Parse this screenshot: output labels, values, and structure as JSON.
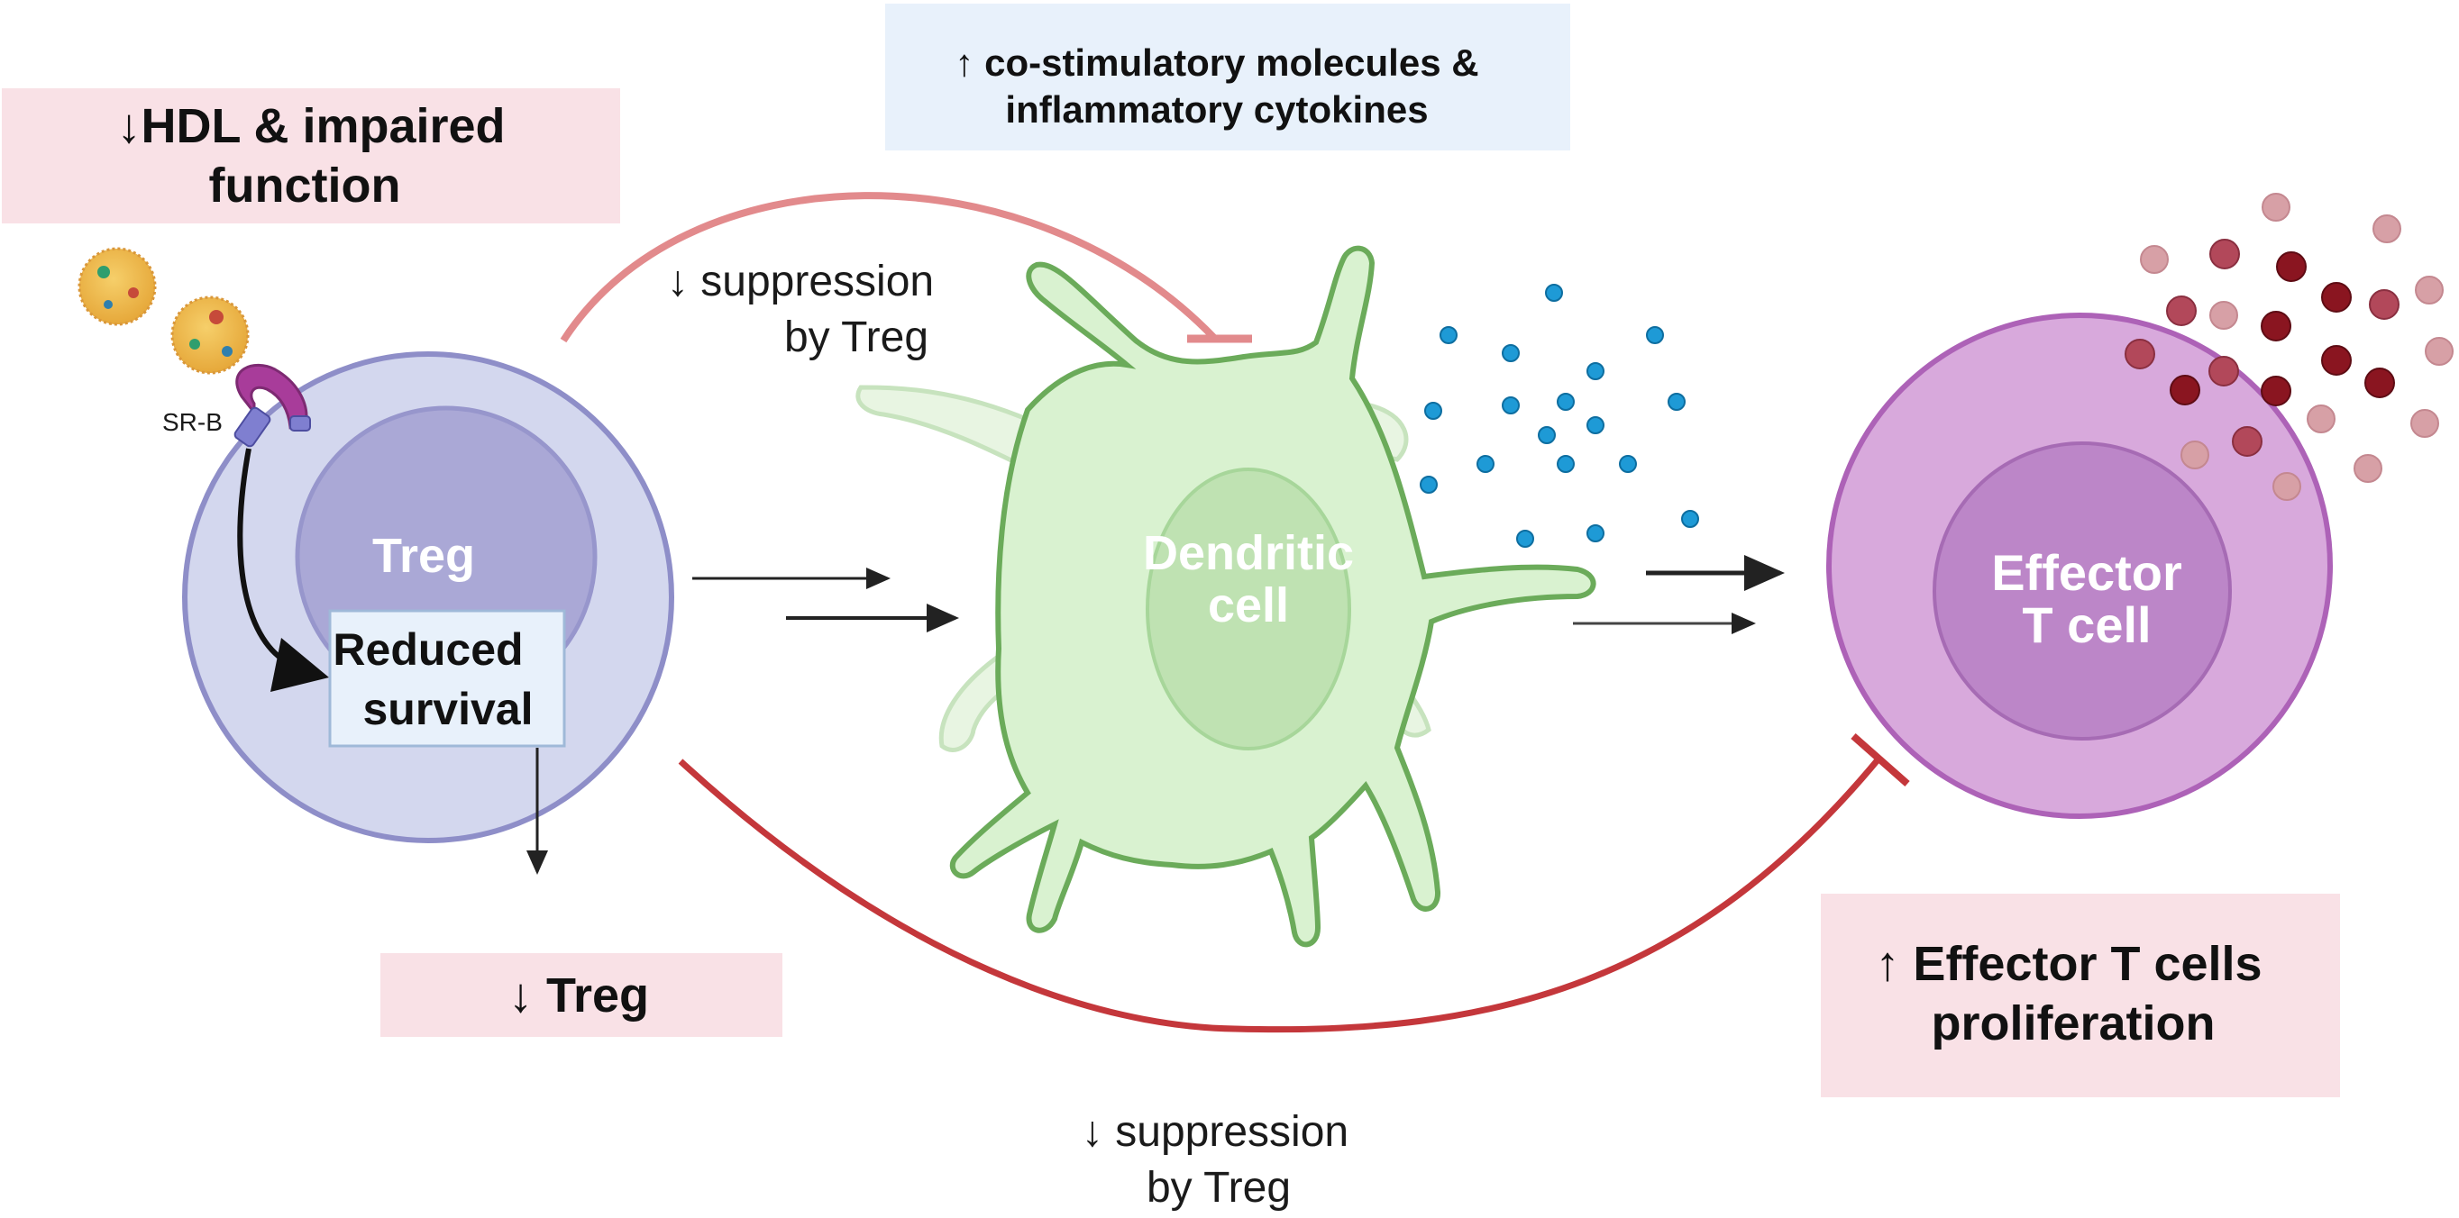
{
  "labels": {
    "hdl_line1": "↓HDL & impaired",
    "hdl_line2": "function",
    "costim_line1": "↑ co-stimulatory molecules &",
    "costim_line2": "inflammatory cytokines",
    "suppression_top_line1": "↓ suppression",
    "suppression_top_line2": "by Treg",
    "srb": "SR-B",
    "treg_cell": "Treg",
    "reduced_line1": "Reduced",
    "reduced_line2": "survival",
    "dc_line1": "Dendritic",
    "dc_line2": "cell",
    "effector_line1": "Effector",
    "effector_line2": "T cell",
    "treg_down": "↓ Treg",
    "effector_prolif_line1": "↑ Effector T cells",
    "effector_prolif_line2": "proliferation",
    "suppression_bottom_line1": "↓ suppression",
    "suppression_bottom_line2": "by Treg"
  },
  "colors": {
    "pink_box": "#f9e1e6",
    "blue_box": "#e8f1fb",
    "treg_outer": "#d3d7ee",
    "treg_outer_stroke": "#8e8ec8",
    "treg_nucleus": "#aaa8d6",
    "dc_fill": "#d9f2d0",
    "dc_stroke": "#6bab5a",
    "effector_outer": "#d8a9dc",
    "effector_stroke": "#ad62b7",
    "effector_nucleus": "#bc86c8",
    "inhibit_light": "#e28a8c",
    "inhibit_dark": "#c4373b",
    "cytokine_blue": "#1e9ad6",
    "arrow": "#222222"
  }
}
